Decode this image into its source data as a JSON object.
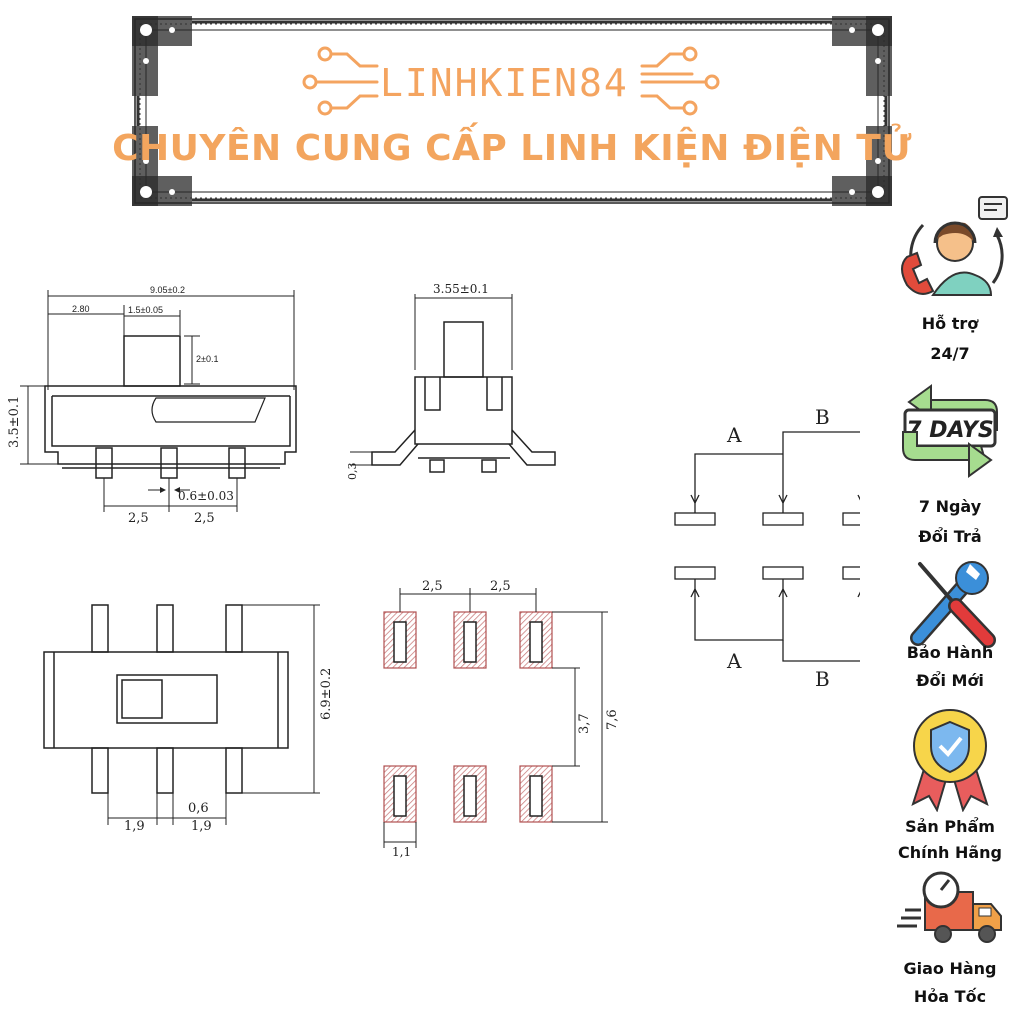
{
  "banner": {
    "brand": "LINHKIEN84",
    "tagline": "CHUYÊN CUNG CẤP LINH KIỆN ĐIỆN TỬ",
    "accent_color": "#f4a460"
  },
  "badges": [
    {
      "icon": "customer-support-icon",
      "line1": "Hỗ trợ",
      "line2": "24/7"
    },
    {
      "icon": "seven-days-return-icon",
      "text": "7 DAYS",
      "line1": "7 Ngày",
      "line2": "Đổi Trả"
    },
    {
      "icon": "wrench-screwdriver-icon",
      "line1": "Bảo Hành",
      "line2": "Đổi Mới"
    },
    {
      "icon": "quality-shield-badge-icon",
      "line1": "Sản Phẩm",
      "line2": "Chính Hãng"
    },
    {
      "icon": "delivery-truck-icon",
      "line1": "Giao Hàng",
      "line2": "Hỏa Tốc"
    }
  ],
  "drawing": {
    "front_view": {
      "overall_width": "9.05±0.2",
      "offset": "2.80",
      "knob_width": "1.5±0.05",
      "knob_height": "2±0.1",
      "body_height": "3.5±0.1",
      "pin_width": "0.6±0.03",
      "pitch_left": "2,5",
      "pitch_right": "2,5"
    },
    "side_view": {
      "width": "3.55±0.1",
      "lead_thickness": "0,3"
    },
    "top_view": {
      "height": "6.9±0.2",
      "pin_width": "0,6",
      "spacing_left": "1,9",
      "spacing_right": "1,9"
    },
    "footprint": {
      "pitch_left": "2,5",
      "pitch_right": "2,5",
      "inner_gap": "3,7",
      "outer_span": "7,6",
      "pad_width": "1,1",
      "pad_color": "#c87878"
    },
    "schematic": {
      "top_label_a": "A",
      "top_label_b": "B",
      "bottom_label_a": "A",
      "bottom_label_b": "B"
    }
  }
}
